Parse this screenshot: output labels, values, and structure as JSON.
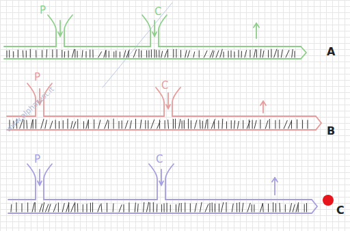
{
  "diagram": {
    "labels": [
      "P",
      "C",
      "A",
      "P",
      "C",
      "B",
      "P",
      "C",
      "C",
      "www.alphatest.it"
    ]
  }
}
